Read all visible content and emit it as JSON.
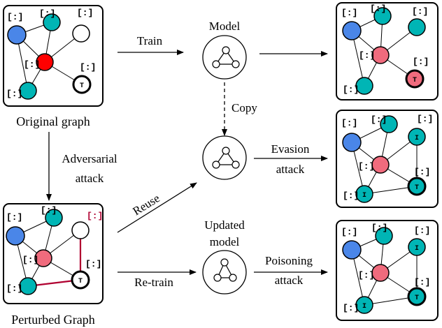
{
  "labels": {
    "original_graph": "Original graph",
    "perturbed_graph": "Perturbed Graph",
    "train": "Train",
    "model": "Model",
    "copy": "Copy",
    "adversarial_line1": "Adversarial",
    "adversarial_line2": "attack",
    "evasion_line1": "Evasion",
    "evasion_line2": "attack",
    "reuse": "Reuse",
    "updated_line1": "Updated",
    "updated_line2": "model",
    "retrain": "Re-train",
    "poisoning_line1": "Poisoning",
    "poisoning_line2": "attack"
  },
  "node_tags": {
    "feature": "[:]",
    "target": "T",
    "injected": "I"
  },
  "colors": {
    "blue": "#4a86e8",
    "teal": "#00b5b5",
    "red": "#ff0000",
    "pink": "#f06b7d",
    "perturbed_edge": "#b00030",
    "perturbed_tag": "#b00030"
  }
}
